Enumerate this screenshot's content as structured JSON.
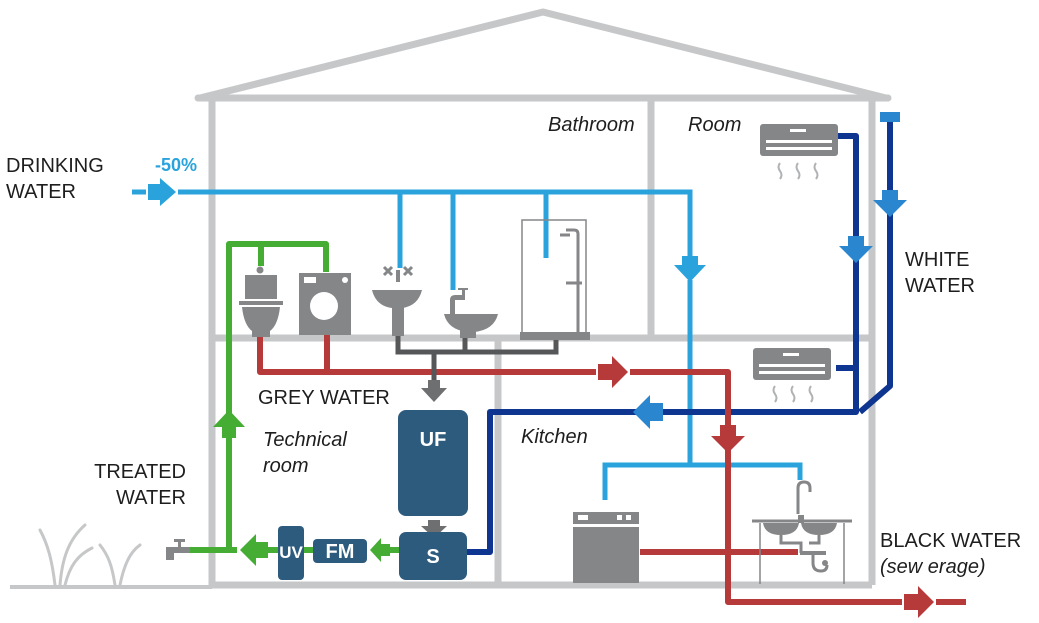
{
  "title": "Grey water recycling system in a house",
  "colors": {
    "wall": "#c6c7c8",
    "drinking": "#2aa3dd",
    "white_water": "#0e3590",
    "white_arrow": "#2a87cf",
    "grey_water": "#555759",
    "black_water": "#b63a3a",
    "treated": "#45ac34",
    "treatment_unit": "#2d5b7e",
    "fixture": "#848688"
  },
  "labels": {
    "drinking_water_line1": "DRINKING",
    "drinking_water_line2": "WATER",
    "drinking_reduction": "-50%",
    "white_water_line1": "WHITE",
    "white_water_line2": "WATER",
    "grey_water": "GREY WATER",
    "treated_water_line1": "TREATED",
    "treated_water_line2": "WATER",
    "black_water": "BLACK WATER",
    "black_water_sub": "(sew erage)"
  },
  "rooms": {
    "bathroom": "Bathroom",
    "room": "Room",
    "technical_line1": "Technical",
    "technical_line2": "room",
    "kitchen": "Kitchen"
  },
  "units": {
    "ultrafiltration": "UF",
    "storage": "S",
    "flow_meter": "FM",
    "uv": "UV"
  }
}
